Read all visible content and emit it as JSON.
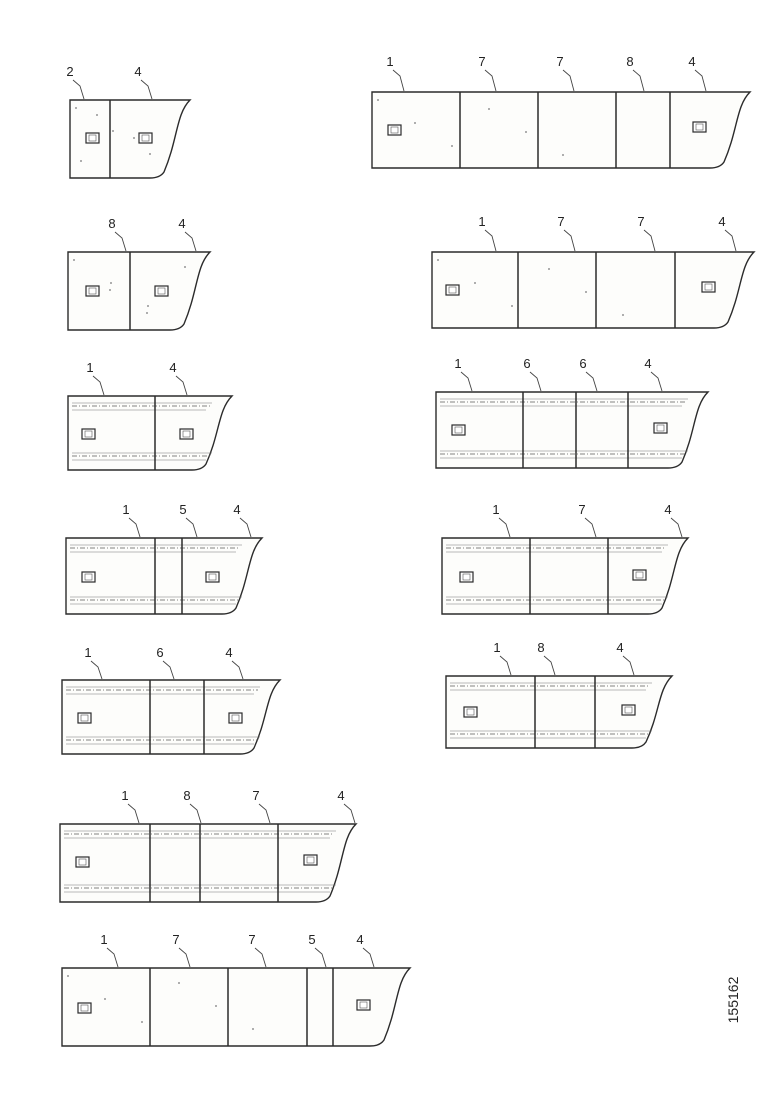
{
  "reference_number": "155162",
  "panels": [
    {
      "id": "L1",
      "ribbed": false,
      "labels": [
        "2",
        "4"
      ],
      "sections": [
        "2",
        "4"
      ]
    },
    {
      "id": "L2",
      "ribbed": false,
      "labels": [
        "8",
        "4"
      ],
      "sections": [
        "8",
        "4"
      ]
    },
    {
      "id": "L3",
      "ribbed": true,
      "labels": [
        "1",
        "4"
      ],
      "sections": [
        "1",
        "4"
      ]
    },
    {
      "id": "L4",
      "ribbed": true,
      "labels": [
        "1",
        "5",
        "4"
      ],
      "sections": [
        "1",
        "5",
        "4"
      ]
    },
    {
      "id": "L5",
      "ribbed": true,
      "labels": [
        "1",
        "6",
        "4"
      ],
      "sections": [
        "1",
        "6",
        "4"
      ]
    },
    {
      "id": "L6",
      "ribbed": true,
      "labels": [
        "1",
        "8",
        "7",
        "4"
      ],
      "sections": [
        "1",
        "8",
        "7",
        "4"
      ]
    },
    {
      "id": "L7",
      "ribbed": false,
      "labels": [
        "1",
        "7",
        "7",
        "5",
        "4"
      ],
      "sections": [
        "1",
        "7",
        "7",
        "5",
        "4"
      ]
    },
    {
      "id": "R1",
      "ribbed": false,
      "labels": [
        "1",
        "7",
        "7",
        "8",
        "4"
      ],
      "sections": [
        "1",
        "7",
        "7",
        "8",
        "4"
      ]
    },
    {
      "id": "R2",
      "ribbed": false,
      "labels": [
        "1",
        "7",
        "7",
        "4"
      ],
      "sections": [
        "1",
        "7",
        "7",
        "4"
      ]
    },
    {
      "id": "R3",
      "ribbed": true,
      "labels": [
        "1",
        "6",
        "6",
        "4"
      ],
      "sections": [
        "1",
        "6",
        "6",
        "4"
      ]
    },
    {
      "id": "R4",
      "ribbed": true,
      "labels": [
        "1",
        "7",
        "4"
      ],
      "sections": [
        "1",
        "7",
        "4"
      ]
    },
    {
      "id": "R5",
      "ribbed": true,
      "labels": [
        "1",
        "8",
        "4"
      ],
      "sections": [
        "1",
        "8",
        "4"
      ]
    }
  ]
}
